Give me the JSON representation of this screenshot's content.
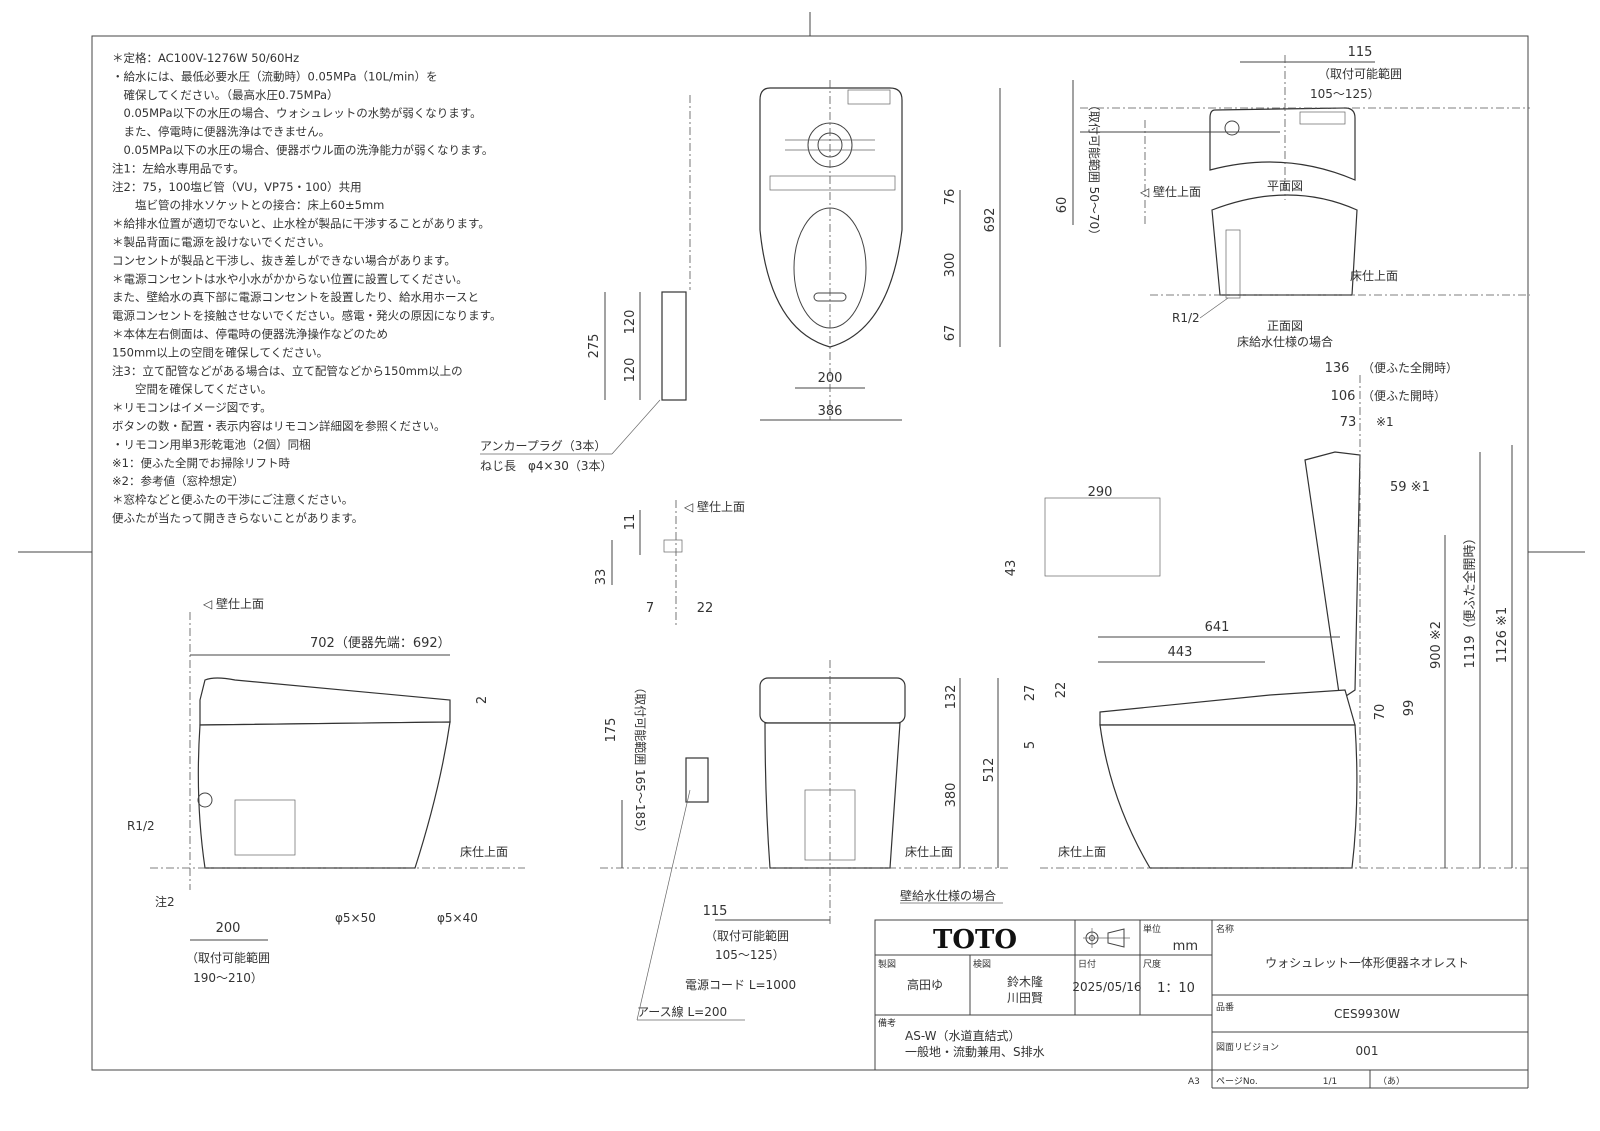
{
  "notes": [
    "＊定格：AC100V-1276W 50/60Hz",
    "・給水には、最低必要水圧（流動時）0.05MPa（10L/min）を",
    "　確保してください。（最高水圧0.75MPa）",
    "　0.05MPa以下の水圧の場合、ウォシュレットの水勢が弱くなります。",
    "　また、停電時に便器洗浄はできません。",
    "　0.05MPa以下の水圧の場合、便器ボウル面の洗浄能力が弱くなります。",
    "注1：左給水専用品です。",
    "注2：75，100塩ビ管（VU，VP75・100）共用",
    "　　塩ビ管の排水ソケットとの接合：床上60±5mm",
    "＊給排水位置が適切でないと、止水栓が製品に干渉することがあります。",
    "＊製品背面に電源を設けないでください。",
    " コンセントが製品と干渉し、抜き差しができない場合があります。",
    "＊電源コンセントは水や小水がかからない位置に設置してください。",
    " また、壁給水の真下部に電源コンセントを設置したり、給水用ホースと",
    " 電源コンセントを接触させないでください。感電・発火の原因になります。",
    "＊本体左右側面は、停電時の便器洗浄操作などのため",
    " 150mm以上の空間を確保してください。",
    " 注3：立て配管などがある場合は、立て配管などから150mm以上の",
    " 　　空間を確保してください。",
    "＊リモコンはイメージ図です。",
    " ボタンの数・配置・表示内容はリモコン詳細図を参照ください。",
    " ・リモコン用単3形乾電池（2個）同梱",
    "※1：便ふた全開でお掃除リフト時",
    "※2：参考値（窓枠想定）",
    "＊窓枠などと便ふたの干渉にご注意ください。",
    " 便ふたが当たって開ききらないことがあります。"
  ],
  "plan_view": {
    "dim_692": "692",
    "dim_76": "76",
    "dim_300": "300",
    "dim_67": "67",
    "dim_200": "200",
    "dim_386": "386",
    "remote_275": "275",
    "remote_120a": "120",
    "remote_120b": "120",
    "anchor_label": "アンカープラグ（3本）",
    "screw_label": "ねじ長　φ4×30（3本）"
  },
  "floor_supply_detail": {
    "dim_115": "115",
    "range_label": "（取付可能範囲",
    "range_value": "105～125）",
    "dim_60": "60",
    "range_vertical": "（取付可能範囲 50～70）",
    "wall_finish": "◁ 壁仕上面",
    "plan_title": "平面図",
    "floor_finish": "床仕上面",
    "r12": "R1/2",
    "front_title": "正面図",
    "case_title": "床給水仕様の場合"
  },
  "remote_detail": {
    "wall_finish": "◁ 壁仕上面",
    "dim_11": "11",
    "dim_33": "33",
    "dim_7": "7",
    "dim_22": "22"
  },
  "side_view": {
    "wall_finish": "◁ 壁仕上面",
    "dim_702": "702（便器先端：692）",
    "dim_2": "2",
    "r12": "R1/2",
    "floor_finish": "床仕上面",
    "note2": "注2",
    "phi_5x50": "φ5×50",
    "phi_5x40": "φ5×40",
    "dim_200": "200",
    "range_label": "（取付可能範囲",
    "range_value": "190～210）"
  },
  "front_view": {
    "dim_175": "175",
    "range_vertical": "（取付可能範囲 165～185）",
    "dim_132": "132",
    "dim_512": "512",
    "dim_380": "380",
    "floor_finish": "床仕上面",
    "case_title": "壁給水仕様の場合",
    "dim_115": "115",
    "range_label": "（取付可能範囲",
    "range_value": "105～125）",
    "power_cord": "電源コード L=1000",
    "earth_wire": "アース線 L=200"
  },
  "right_view": {
    "dim_290": "290",
    "dim_43": "43",
    "dim_136": "136",
    "lid_full_open": "（便ふた全開時）",
    "dim_106": "106",
    "lid_open": "（便ふた開時）",
    "dim_73": "73",
    "mark1": "※1",
    "dim_59": "59 ※1",
    "dim_641": "641",
    "dim_443": "443",
    "dim_27": "27",
    "dim_22": "22",
    "dim_5": "5",
    "dim_70": "70",
    "dim_99": "99",
    "dim_900": "900 ※2",
    "dim_1119": "1119（便ふた全開時）",
    "dim_1126": "1126 ※1",
    "floor_finish": "床仕上面"
  },
  "title_block": {
    "logo": "TOTO",
    "unit_label": "単位",
    "unit": "mm",
    "name_label": "名称",
    "name": "ウォシュレット一体形便器ネオレスト",
    "drawn_label": "製図",
    "drawn_by": "高田ゆ",
    "checked_label": "検図",
    "checked_by_1": "鈴木隆",
    "checked_by_2": "川田賢",
    "date_label": "日付",
    "date": "2025/05/16",
    "scale_label": "尺度",
    "scale": "1：10",
    "part_label": "品番",
    "part_no": "CES9930W",
    "remarks_label": "備考",
    "remarks_1": "AS-W（水道直結式）",
    "remarks_2": "一般地・流動兼用、S排水",
    "revision_label": "図面リビジョン",
    "revision": "001",
    "paper_size": "A3",
    "page_label": "ページNo.",
    "page": "1/1",
    "page_mark": "（あ）"
  }
}
